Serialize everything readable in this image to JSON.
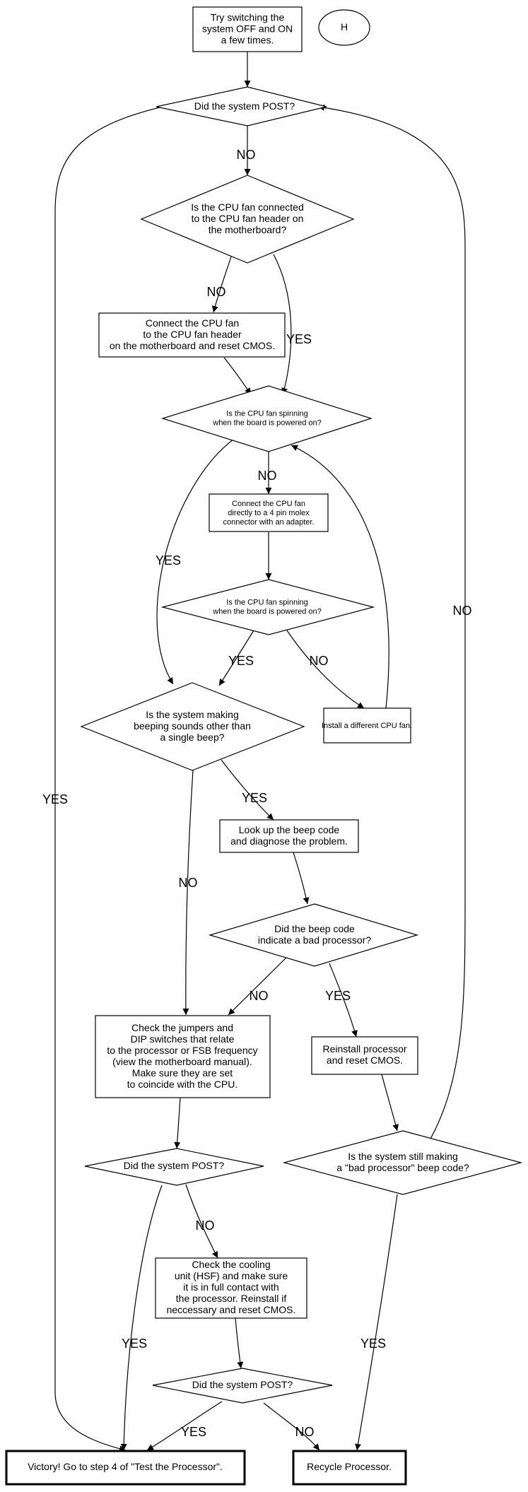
{
  "nodes": {
    "start": [
      "Try switching the",
      "system OFF and ON",
      "a few times."
    ],
    "h_marker": [
      "H"
    ],
    "post1": [
      "Did the system POST?"
    ],
    "fan_connected": [
      "Is the CPU fan connected",
      "to the CPU fan header on",
      "the motherboard?"
    ],
    "connect_fan": [
      "Connect the CPU fan",
      "to the CPU fan header",
      "on the motherboard and reset CMOS."
    ],
    "fan_spinning1": [
      "Is the CPU fan spinning",
      "when the board is powered on?"
    ],
    "molex": [
      "Connect the CPU fan",
      "directly to a 4 pin molex",
      "connector with an adapter."
    ],
    "fan_spinning2": [
      "Is the CPU fan spinning",
      "when the board is powered on?"
    ],
    "different_fan": [
      "Install a different CPU fan."
    ],
    "beeping": [
      "Is the system making",
      "beeping sounds other than",
      "a single beep?"
    ],
    "lookup_beep": [
      "Look up the beep code",
      "and diagnose the problem."
    ],
    "bad_processor": [
      "Did the beep code",
      "indicate a bad processor?"
    ],
    "check_jumpers": [
      "Check the jumpers and",
      "DIP switches that relate",
      "to the processor or FSB frequency",
      "(view the motherboard manual).",
      "Make sure they are set",
      "to coincide with the CPU."
    ],
    "reinstall": [
      "Reinstall processor",
      "and reset CMOS."
    ],
    "post2": [
      "Did the system POST?"
    ],
    "still_beeping": [
      "Is the system still making",
      "a \"bad processor\" beep code?"
    ],
    "check_cooling": [
      "Check the cooling",
      "unit (HSF) and make sure",
      "it is in full contact with",
      "the processor. Reinstall if",
      "neccessary and reset CMOS."
    ],
    "post3": [
      "Did the system POST?"
    ],
    "victory": [
      "Victory! Go to step 4 of \"Test the Processor\"."
    ],
    "recycle": [
      "Recycle Processor."
    ]
  },
  "edge_labels": {
    "post1_no": "NO",
    "fan_connected_no": "NO",
    "fan_connected_yes": "YES",
    "fan_spinning1_no": "NO",
    "fan_spinning1_yes": "YES",
    "fan_spinning2_yes": "YES",
    "fan_spinning2_no": "NO",
    "post1_yes": "YES",
    "still_beeping_no": "NO",
    "beeping_yes": "YES",
    "beeping_no": "NO",
    "bad_processor_no": "NO",
    "bad_processor_yes": "YES",
    "post2_no": "NO",
    "post2_yes": "YES",
    "still_beeping_yes": "YES",
    "post3_yes": "YES",
    "post3_no": "NO"
  }
}
